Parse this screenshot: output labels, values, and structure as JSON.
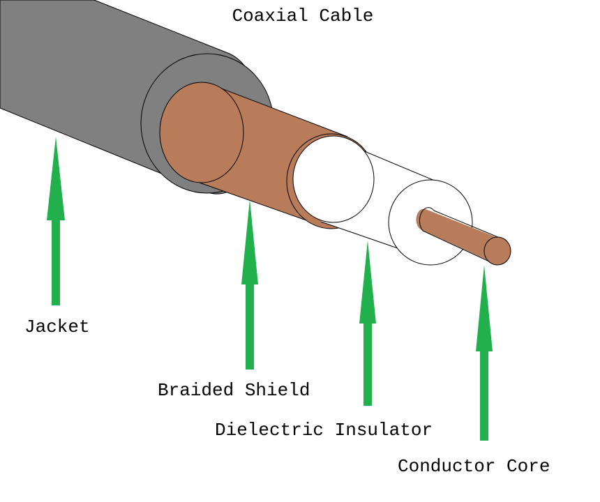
{
  "title": "Coaxial Cable",
  "colors": {
    "jacket": "#808080",
    "shield": "#b87c5a",
    "dielectric": "#ffffff",
    "core": "#b87c5a",
    "arrow": "#22b04c",
    "outline": "#000000"
  },
  "labels": {
    "jacket": "Jacket",
    "shield": "Braided Shield",
    "dielectric": "Dielectric Insulator",
    "core": "Conductor Core"
  }
}
